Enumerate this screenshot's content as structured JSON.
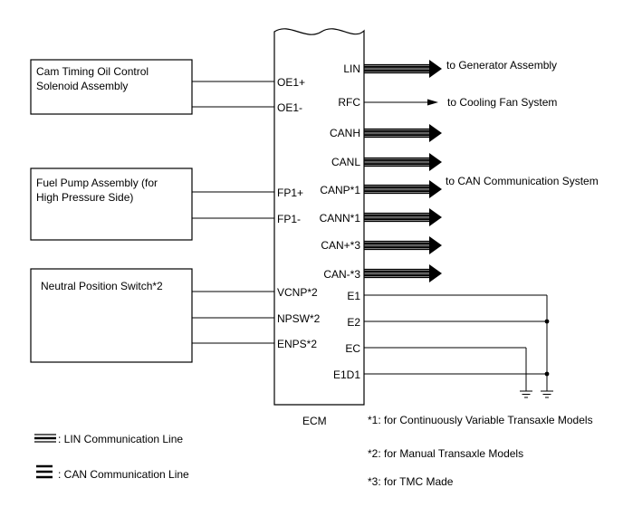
{
  "ecm": {
    "label": "ECM"
  },
  "components": {
    "cam_timing": {
      "line1": "Cam Timing Oil Control",
      "line2": "Solenoid Assembly"
    },
    "fuel_pump": {
      "line1": "Fuel Pump Assembly (for",
      "line2": "High Pressure Side)"
    },
    "neutral_switch": {
      "line1": "Neutral Position Switch*2"
    }
  },
  "left_pins": {
    "oe1p": "OE1+",
    "oe1m": "OE1-",
    "fp1p": "FP1+",
    "fp1m": "FP1-",
    "vcnp": "VCNP*2",
    "npsw": "NPSW*2",
    "enps": "ENPS*2"
  },
  "right_pins": {
    "lin": "LIN",
    "rfc": "RFC",
    "canh": "CANH",
    "canl": "CANL",
    "canp": "CANP*1",
    "cann": "CANN*1",
    "canplus": "CAN+*3",
    "canminus": "CAN-*3",
    "e1": "E1",
    "e2": "E2",
    "ec": "EC",
    "e1d1": "E1D1"
  },
  "destinations": {
    "generator": "to Generator Assembly",
    "cooling_fan": "to Cooling Fan System",
    "can_system": "to CAN Communication System"
  },
  "legend": {
    "lin_line": ": LIN Communication Line",
    "can_line": ": CAN Communication Line"
  },
  "notes": {
    "n1": "*1: for Continuously Variable Transaxle Models",
    "n2": "*2: for Manual Transaxle Models",
    "n3": "*3: for TMC Made"
  }
}
